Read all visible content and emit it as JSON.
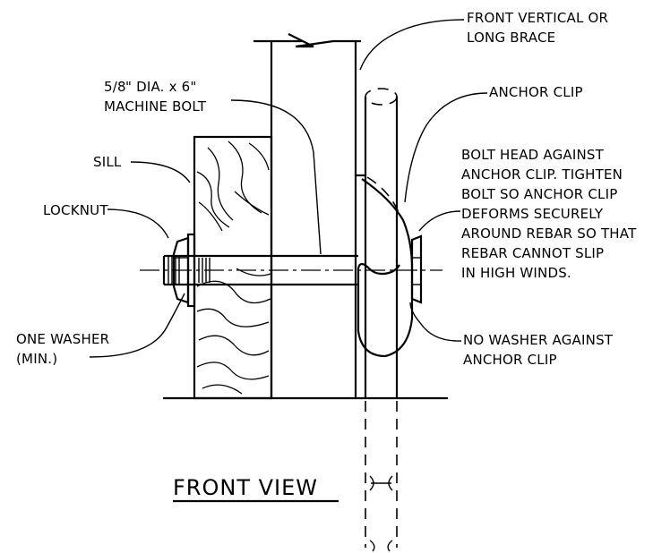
{
  "labels": {
    "front_brace_1": "FRONT VERTICAL OR",
    "front_brace_2": "LONG BRACE",
    "bolt_1_frac": "5/8",
    "bolt_1_rest": "\" DIA. x 6\"",
    "bolt_2": "MACHINE BOLT",
    "anchor_clip": "ANCHOR CLIP",
    "sill": "SILL",
    "locknut": "LOCKNUT",
    "bolt_head_1": "BOLT HEAD AGAINST",
    "bolt_head_2": "ANCHOR CLIP. TIGHTEN",
    "bolt_head_3": "BOLT SO ANCHOR CLIP",
    "bolt_head_4": "DEFORMS SECURELY",
    "bolt_head_5": "AROUND REBAR SO THAT",
    "bolt_head_6": "REBAR CANNOT SLIP",
    "bolt_head_7": "IN HIGH WINDS.",
    "one_washer_1": "ONE WASHER",
    "one_washer_2": "(MIN.)",
    "no_washer_1": "NO WASHER AGAINST",
    "no_washer_2": "ANCHOR CLIP"
  },
  "title": "FRONT VIEW"
}
